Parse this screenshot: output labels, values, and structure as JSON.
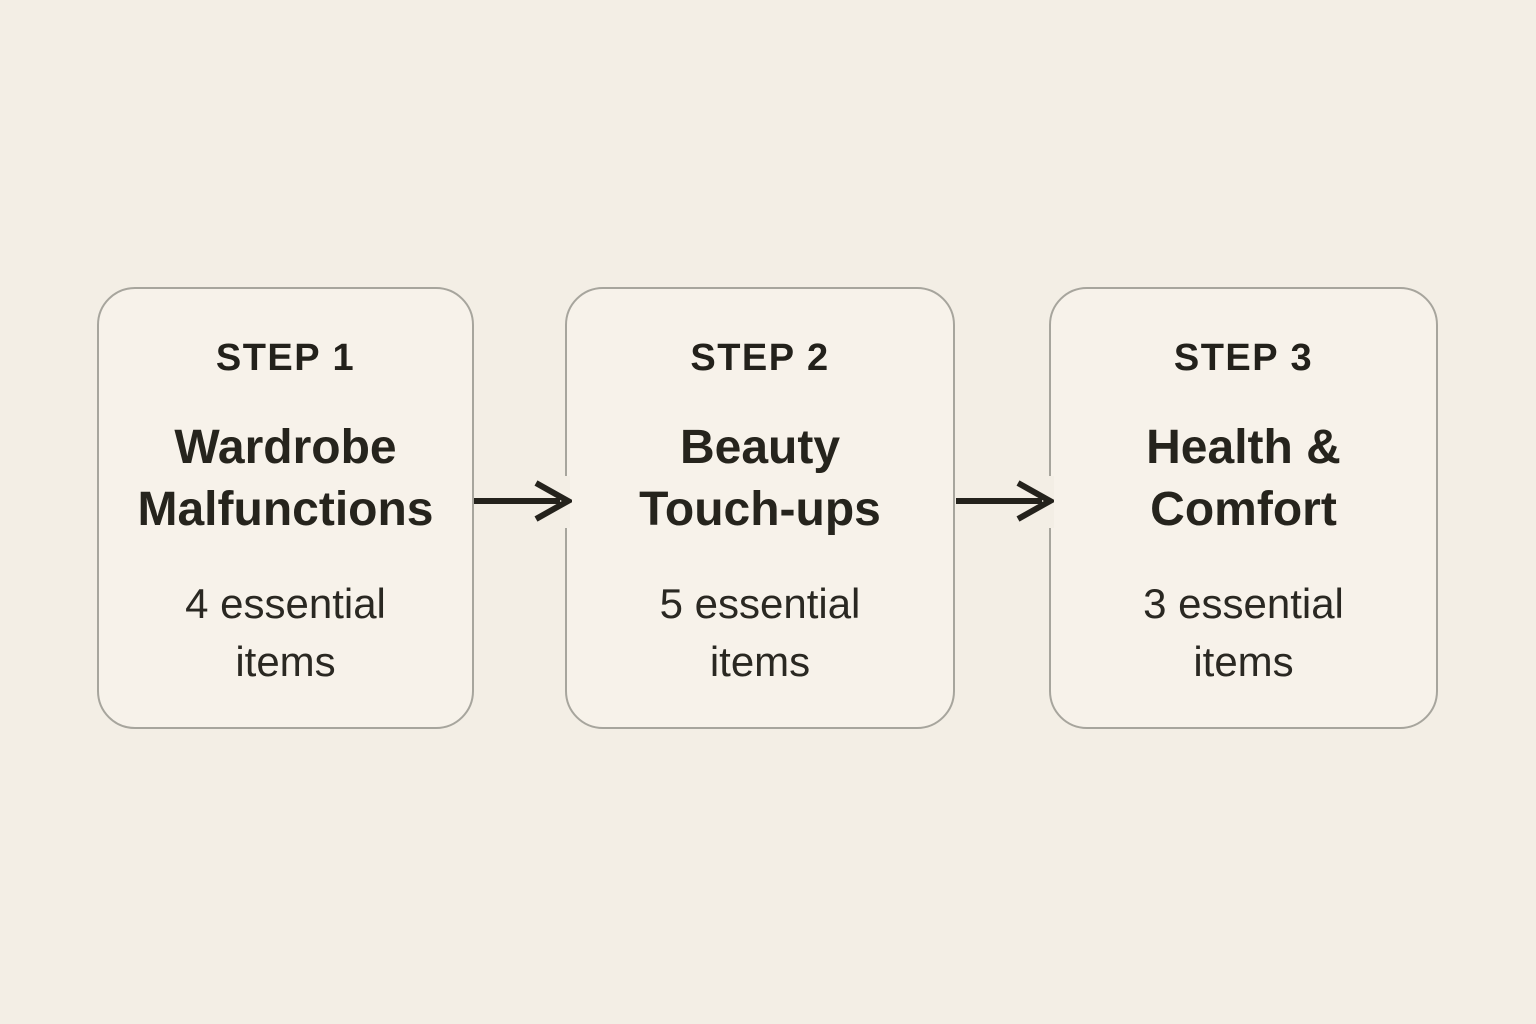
{
  "colors": {
    "page_background": "#f3eee5",
    "card_background": "#f7f2ea",
    "card_border": "#a7a59d",
    "text": "#23211b",
    "arrow": "#24221c"
  },
  "diagram": {
    "steps": [
      {
        "label": "STEP 1",
        "title": "Wardrobe Malfunctions",
        "title_lines": [
          "Wardrobe",
          "Malfunctions"
        ],
        "subtitle": "4 essential items",
        "subtitle_lines": [
          "4 essential",
          "items"
        ]
      },
      {
        "label": "STEP 2",
        "title": "Beauty Touch-ups",
        "title_lines": [
          "Beauty",
          "Touch-ups"
        ],
        "subtitle": "5 essential items",
        "subtitle_lines": [
          "5 essential",
          "items"
        ]
      },
      {
        "label": "STEP 3",
        "title": "Health & Comfort",
        "title_lines": [
          "Health &",
          "Comfort"
        ],
        "subtitle": "3 essential items",
        "subtitle_lines": [
          "3 essential",
          "items"
        ]
      }
    ]
  }
}
